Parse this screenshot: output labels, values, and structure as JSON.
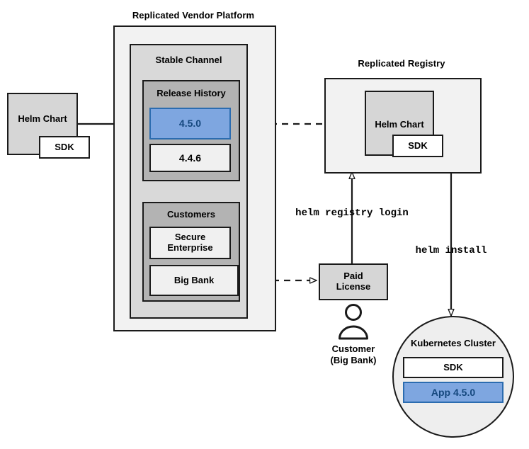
{
  "diagram": {
    "title_platform": "Replicated Vendor Platform",
    "title_registry": "Replicated Registry",
    "colors": {
      "accent_blue_fill": "#7ea6e0",
      "accent_blue_stroke": "#2b6cb0",
      "accent_blue_text": "#14477d",
      "outline": "#1a1a1a",
      "shade_outer": "#f2f2f2",
      "shade_mid": "#d9d9d9",
      "shade_inner": "#b3b3b3"
    },
    "source_chart": {
      "label": "Helm Chart",
      "sdk_label": "SDK"
    },
    "platform": {
      "label": "Replicated Vendor Platform",
      "channel": {
        "label": "Stable Channel",
        "release_history": {
          "label": "Release History",
          "releases": [
            {
              "version": "4.5.0",
              "state": "current"
            },
            {
              "version": "4.4.6",
              "state": "previous"
            }
          ]
        },
        "customers": {
          "label": "Customers",
          "entries": [
            {
              "name": "Secure\nEnterprise"
            },
            {
              "name": "Big Bank"
            }
          ]
        }
      }
    },
    "registry": {
      "label": "Replicated Registry",
      "chart": {
        "label": "Helm Chart",
        "sdk_label": "SDK"
      }
    },
    "license": {
      "label": "Paid\nLicense"
    },
    "customer_actor": {
      "label": "Customer\n(Big Bank)"
    },
    "cluster": {
      "label": "Kubernetes Cluster",
      "components": [
        {
          "label": "SDK",
          "state": "plain"
        },
        {
          "label": "App 4.5.0",
          "state": "highlighted"
        }
      ]
    },
    "commands": {
      "registry_login": "helm registry login",
      "install": "helm install"
    }
  }
}
